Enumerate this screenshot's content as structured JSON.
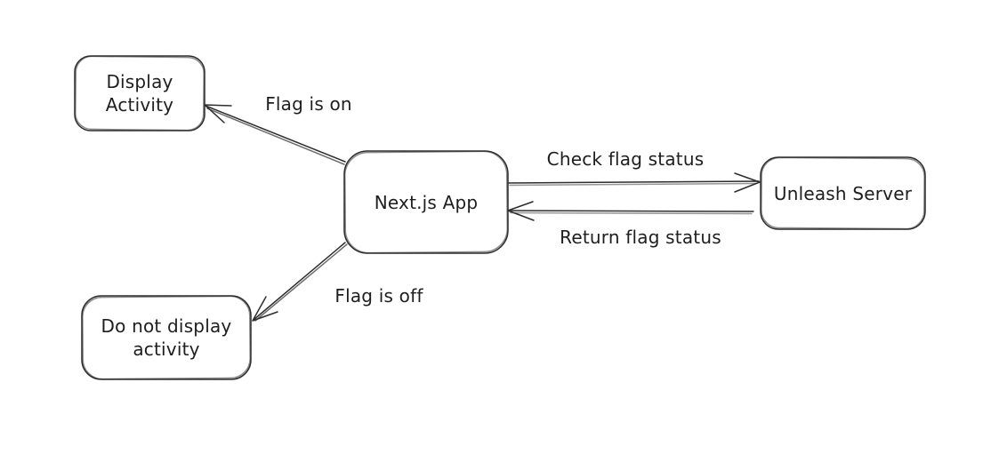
{
  "diagram": {
    "background_color": "#ffffff",
    "stroke_color": "#2d2d2d",
    "text_color": "#1e1e1e",
    "nodes": [
      {
        "name": "display-activity",
        "label": "Display\nActivity"
      },
      {
        "name": "nextjs-app",
        "label": "Next.js App"
      },
      {
        "name": "unleash-server",
        "label": "Unleash Server"
      },
      {
        "name": "do-not-display-activity",
        "label": "Do not display\nactivity"
      }
    ],
    "edges": [
      {
        "name": "flag-on",
        "label": "Flag is on",
        "from": "nextjs-app",
        "to": "display-activity"
      },
      {
        "name": "check-flag-status",
        "label": "Check flag status",
        "from": "nextjs-app",
        "to": "unleash-server"
      },
      {
        "name": "return-flag-status",
        "label": "Return flag status",
        "from": "unleash-server",
        "to": "nextjs-app"
      },
      {
        "name": "flag-off",
        "label": "Flag is off",
        "from": "nextjs-app",
        "to": "do-not-display-activity"
      }
    ]
  }
}
